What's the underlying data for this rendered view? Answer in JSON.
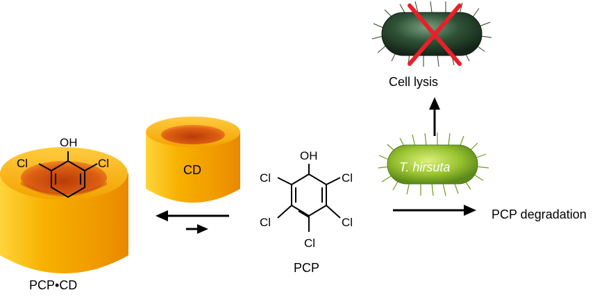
{
  "labels": {
    "complex": "PCP•CD",
    "cyclodextrin": "CD",
    "pcp": "PCP",
    "organism": "T. hirsuta",
    "lysis": "Cell lysis",
    "degradation": "PCP degradation"
  },
  "atoms": {
    "oh": "OH",
    "cl": "Cl"
  },
  "colors": {
    "cd_outer": "#f5a800",
    "cd_highlight": "#ffd84a",
    "cd_inner": "#d85a10",
    "bacterium_green": "#8ab22a",
    "bacterium_dark": "#2e4a30",
    "cross": "#e8202a"
  },
  "icons": {
    "equilibrium": "equilibrium-arrows",
    "cross": "red-x-mark"
  }
}
